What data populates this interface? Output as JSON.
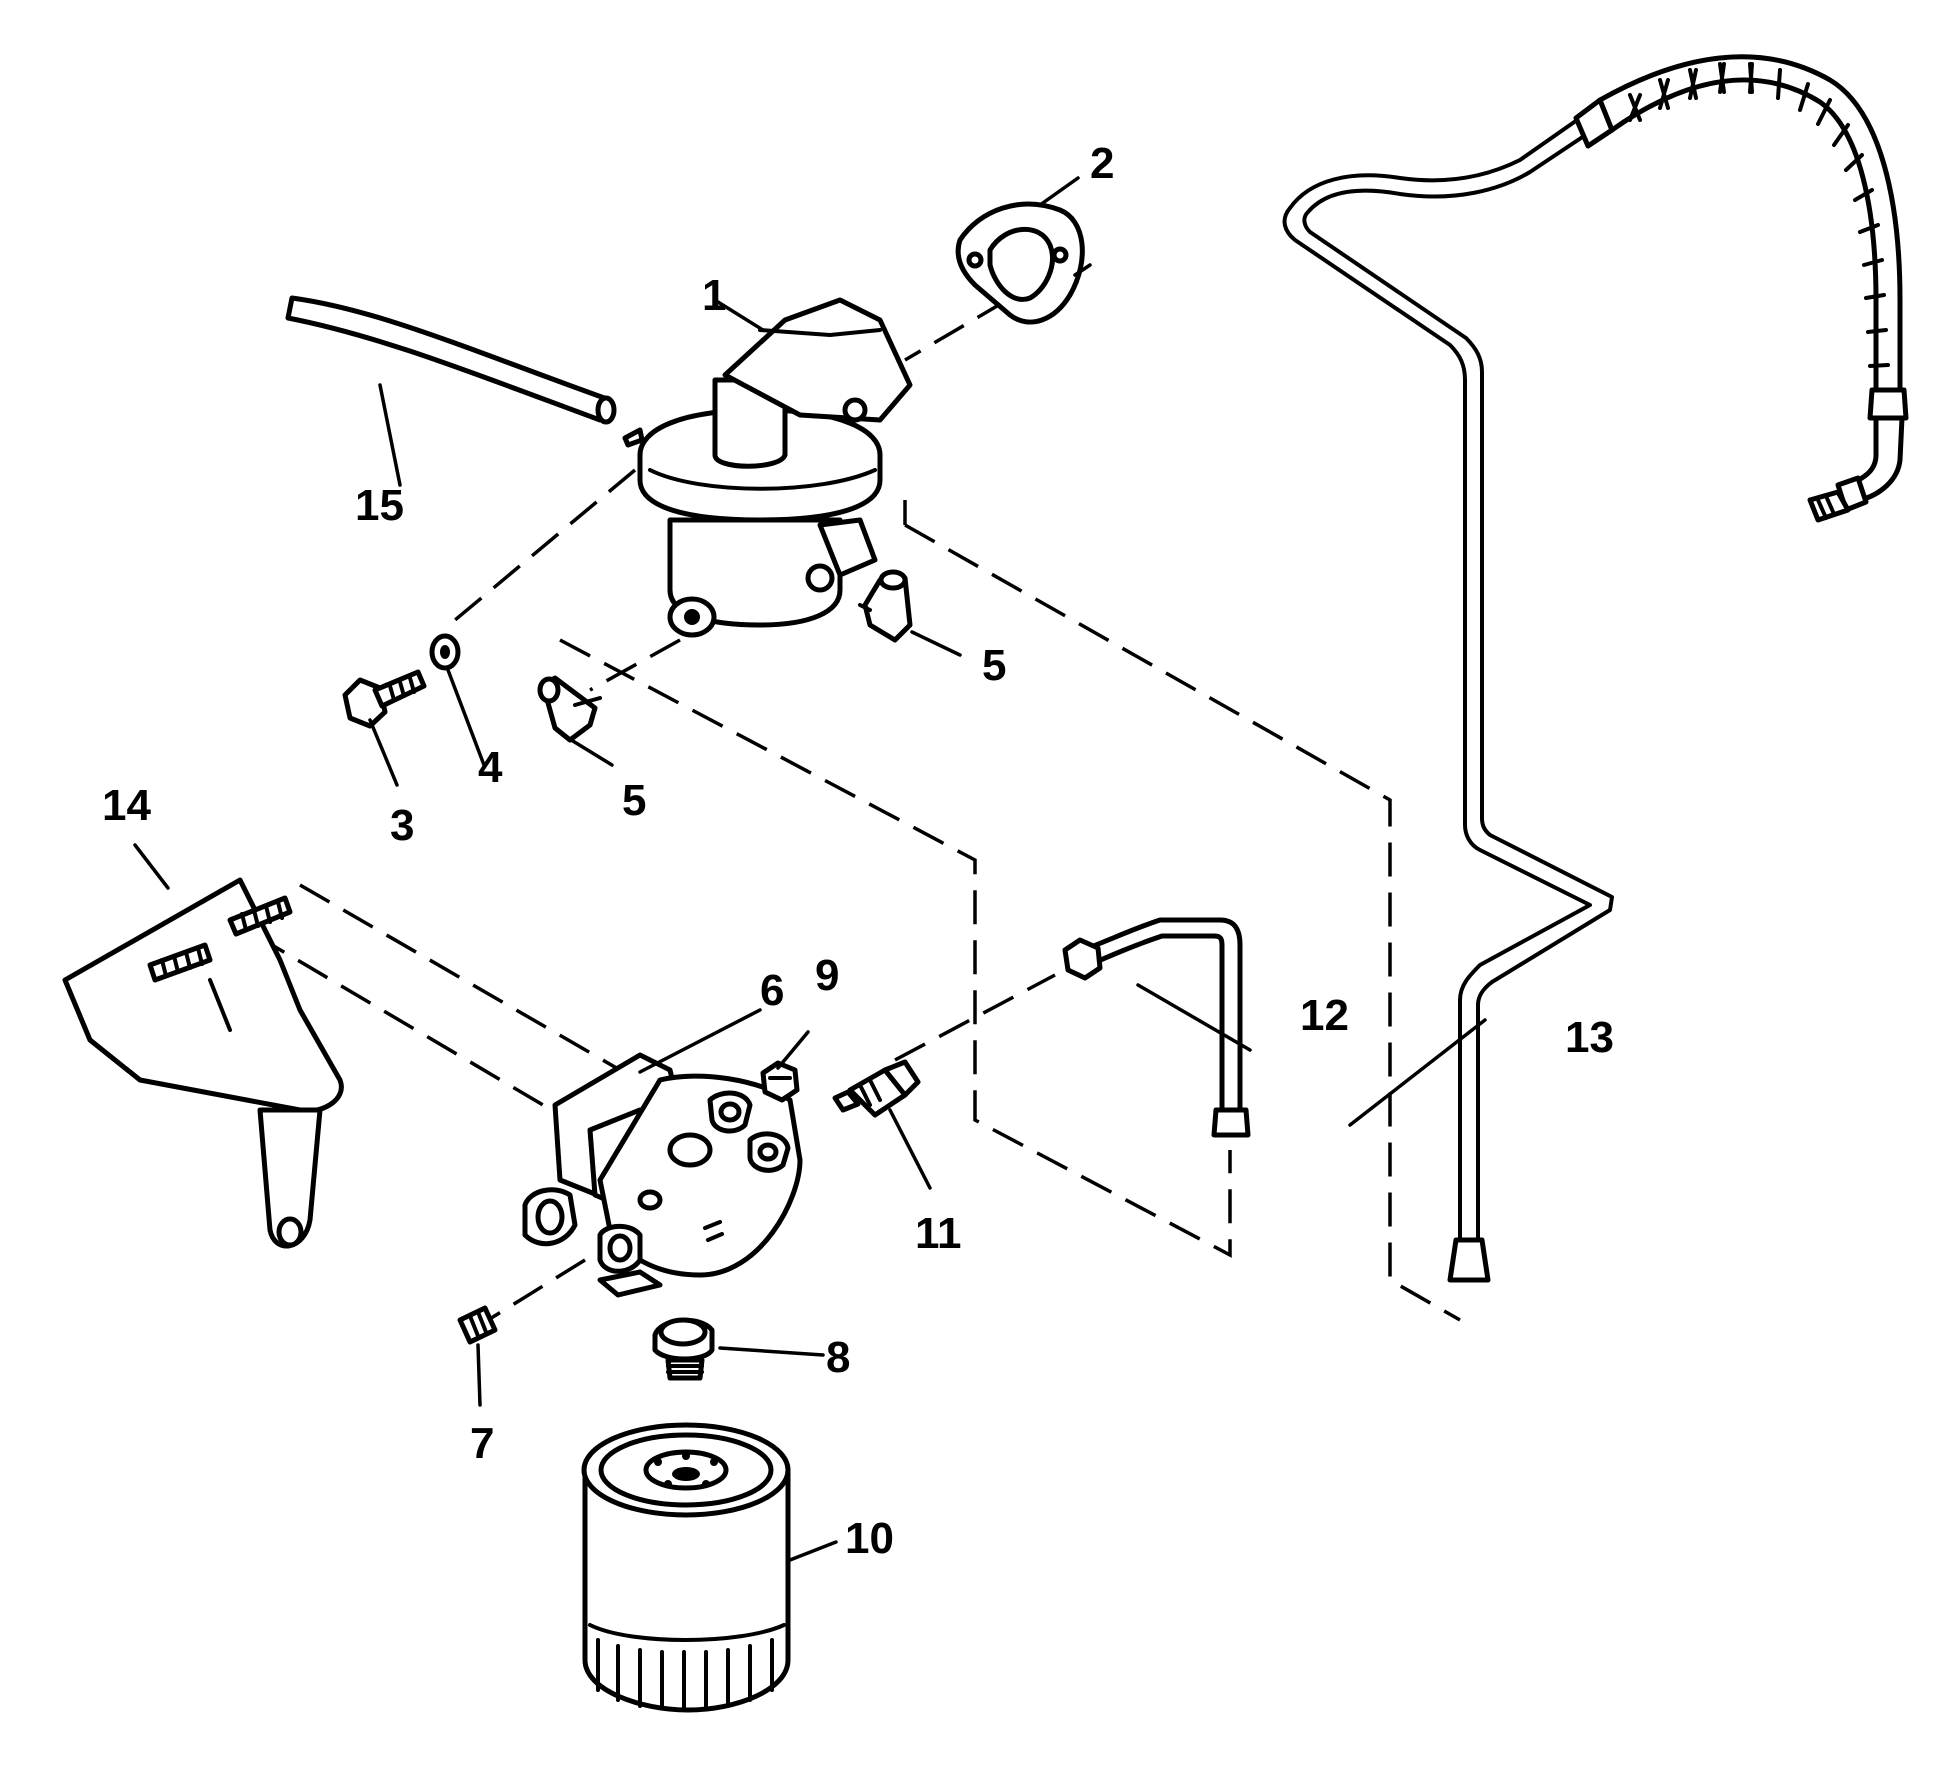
{
  "callouts": {
    "c1": "1",
    "c2": "2",
    "c3": "3",
    "c4": "4",
    "c5a": "5",
    "c5b": "5",
    "c6": "6",
    "c7": "7",
    "c8": "8",
    "c9": "9",
    "c10": "10",
    "c11": "11",
    "c12": "12",
    "c13": "13",
    "c14": "14",
    "c15": "15"
  },
  "colors": {
    "ink": "#000000",
    "paper": "#ffffff"
  }
}
